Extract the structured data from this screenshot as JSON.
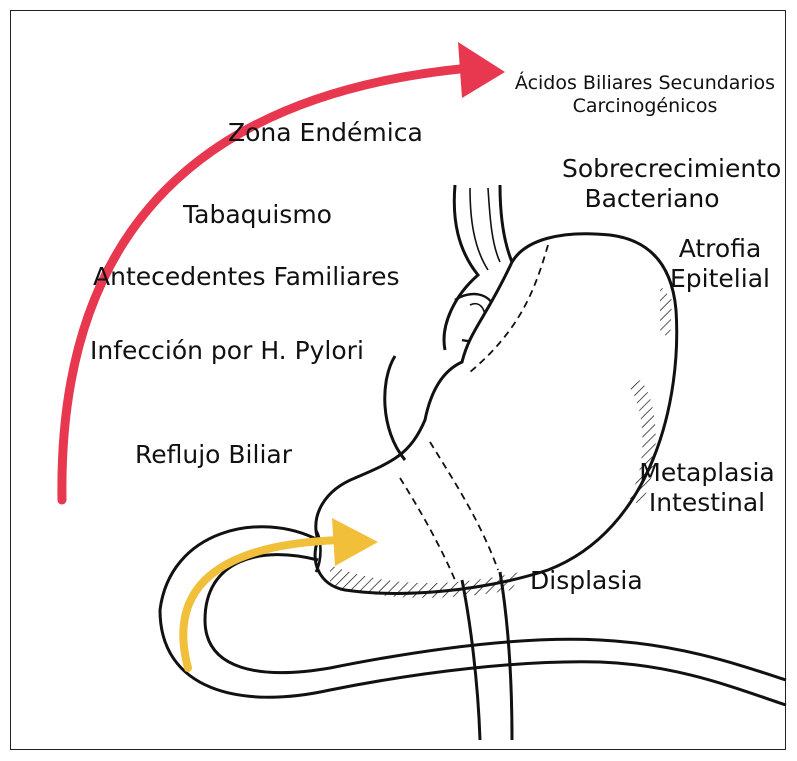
{
  "labels": {
    "acidos_line1": "Ácidos Biliares Secundarios",
    "acidos_line2": "Carcinogénicos",
    "zona": "Zona Endémica",
    "tabaquismo": "Tabaquismo",
    "antecedentes": "Antecedentes Familiares",
    "infeccion": "Infección por H. Pylori",
    "reflujo": "Reflujo Biliar",
    "sobre_line1": "Sobrecrecimiento",
    "sobre_line2": "Bacteriano",
    "atrofia_line1": "Atrofia",
    "atrofia_line2": "Epitelial",
    "metaplasia_line1": "Metaplasia",
    "metaplasia_line2": "Intestinal",
    "displasia": "Displasia"
  },
  "colors": {
    "progression_arrow": "#e8384f",
    "bile_arrow": "#f2bf3a",
    "outline": "#111111"
  },
  "icons": {
    "progression": "curved-arrow-right",
    "bile_flow": "curved-arrow-right"
  }
}
